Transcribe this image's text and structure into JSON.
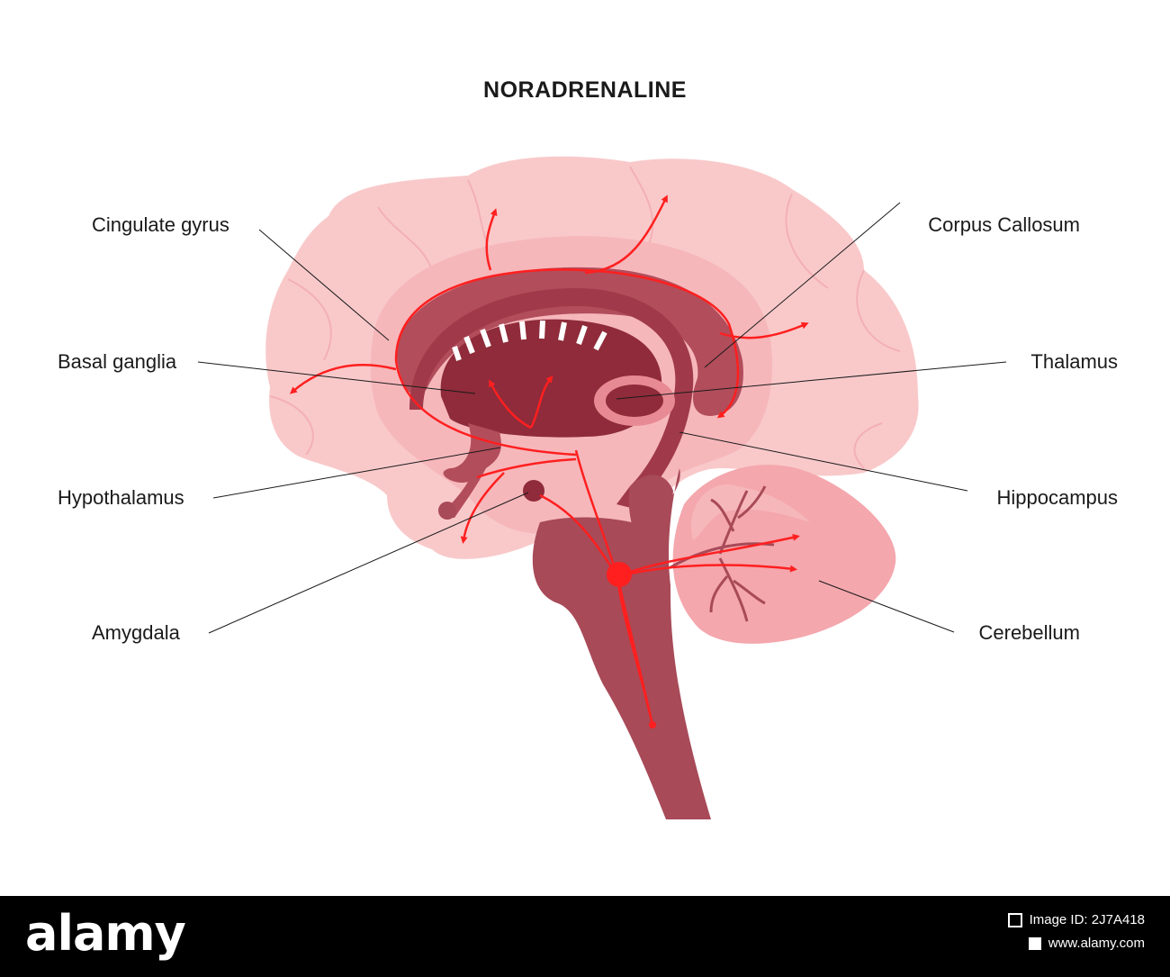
{
  "title": "NORADRENALINE",
  "labels": {
    "cingulate_gyrus": "Cingulate gyrus",
    "basal_ganglia": "Basal ganglia",
    "hypothalamus": "Hypothalamus",
    "amygdala": "Amygdala",
    "corpus_callosum": "Corpus Callosum",
    "thalamus": "Thalamus",
    "hippocampus": "Hippocampus",
    "cerebellum": "Cerebellum"
  },
  "watermark": {
    "brand": "alamy",
    "image_id_line": "Image ID: 2J7A418",
    "site": "www.alamy.com"
  },
  "colors": {
    "cortex": "#f9c9ca",
    "inner_pink": "#f4a7ad",
    "corpus_callosum": "#b24d5b",
    "thalamus_dark": "#8f2b3a",
    "brainstem": "#a84a58",
    "pathway": "#ff1f1f",
    "footer": "#000000"
  }
}
